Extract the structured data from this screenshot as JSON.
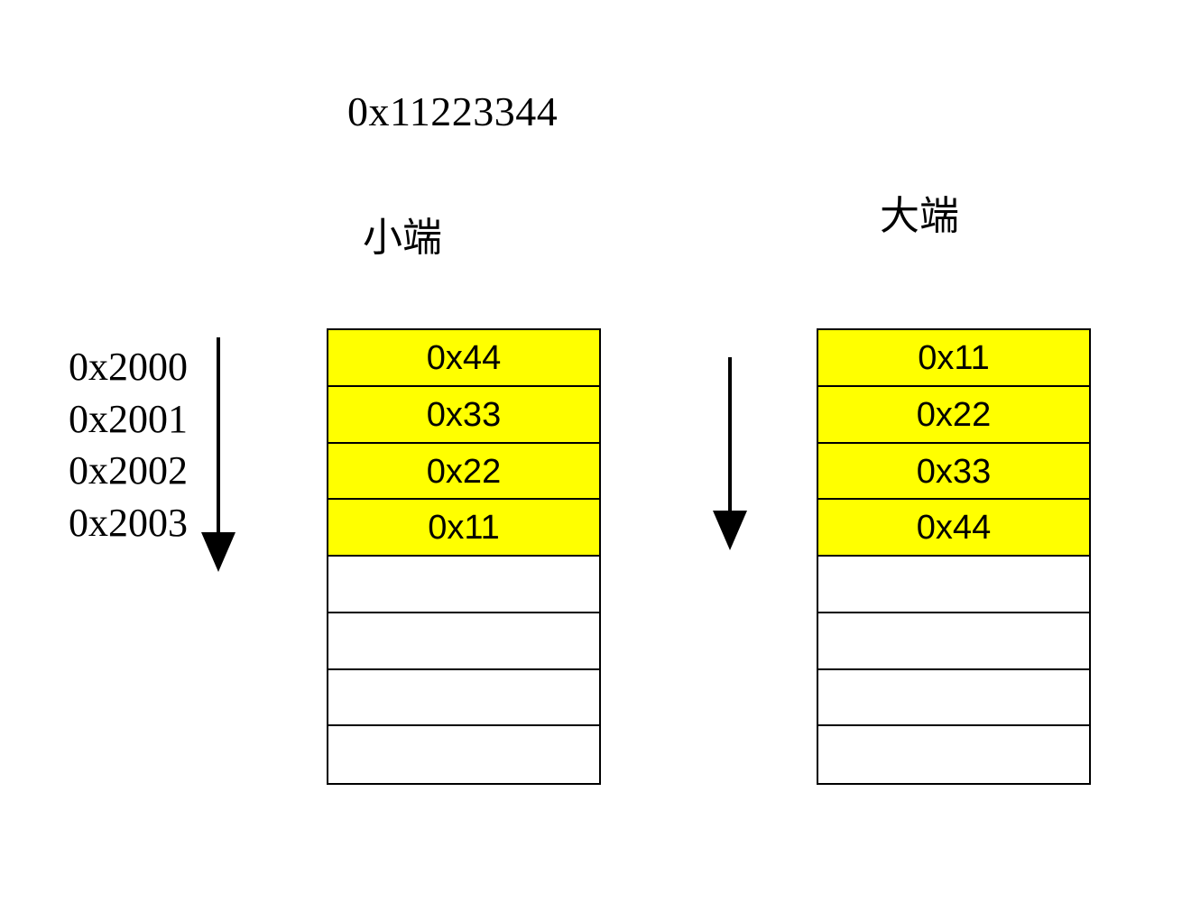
{
  "title_value": "0x11223344",
  "little_endian": {
    "label": "小端",
    "cells": [
      "0x44",
      "0x33",
      "0x22",
      "0x11",
      "",
      "",
      "",
      ""
    ]
  },
  "big_endian": {
    "label": "大端",
    "cells": [
      "0x11",
      "0x22",
      "0x33",
      "0x44",
      "",
      "",
      "",
      ""
    ]
  },
  "addresses": [
    "0x2000",
    "0x2001",
    "0x2002",
    "0x2003"
  ],
  "colors": {
    "filled_cell": "#ffff00",
    "empty_cell": "#ffffff",
    "line": "#000000"
  }
}
